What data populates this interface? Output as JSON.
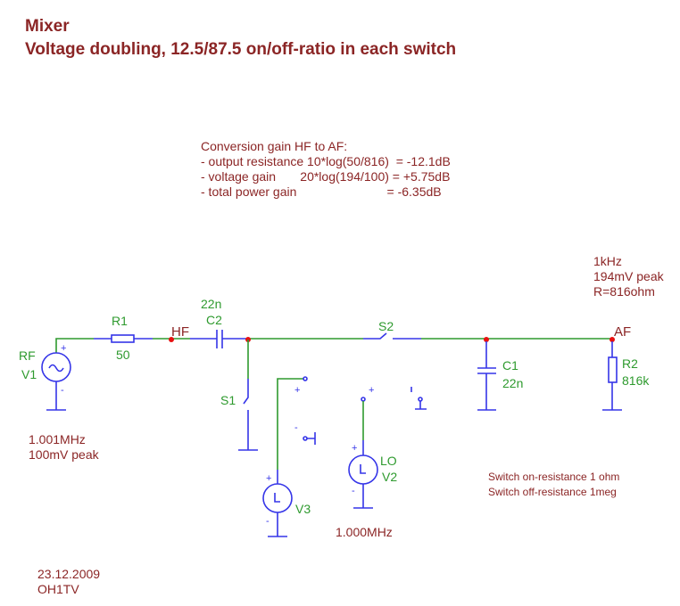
{
  "title": "Mixer",
  "subtitle": "Voltage doubling, 12.5/87.5 on/off-ratio in each switch",
  "calc": {
    "heading": "Conversion gain HF to AF:",
    "line1": "- output resistance 10*log(50/816)  = -12.1dB",
    "line2": "- voltage gain       20*log(194/100) = +5.75dB",
    "line3": "- total power gain                          = -6.35dB"
  },
  "output_info": {
    "freq": "1kHz",
    "amplitude": "194mV peak",
    "resistance": "R=816ohm"
  },
  "rf_source": {
    "name": "RF",
    "ref": "V1",
    "freq": "1.001MHz",
    "amplitude": "100mV peak"
  },
  "lo_source": {
    "name": "LO",
    "ref": "V2",
    "freq": "1.000MHz"
  },
  "v3": {
    "ref": "V3"
  },
  "r1": {
    "ref": "R1",
    "value": "50"
  },
  "c2": {
    "ref": "C2",
    "value": "22n"
  },
  "c1": {
    "ref": "C1",
    "value": "22n"
  },
  "r2": {
    "ref": "R2",
    "value": "816k"
  },
  "s1": {
    "ref": "S1"
  },
  "s2": {
    "ref": "S2"
  },
  "nodes": {
    "hf": "HF",
    "af": "AF"
  },
  "switch_notes": {
    "on": "Switch on-resistance 1 ohm",
    "off": "Switch off-resistance 1meg"
  },
  "footer": {
    "date": "23.12.2009",
    "author": "OH1TV"
  },
  "colors": {
    "text": "#8b2525",
    "wire": "#2e9a2e",
    "component": "#3535e8",
    "node": "#e81010"
  }
}
